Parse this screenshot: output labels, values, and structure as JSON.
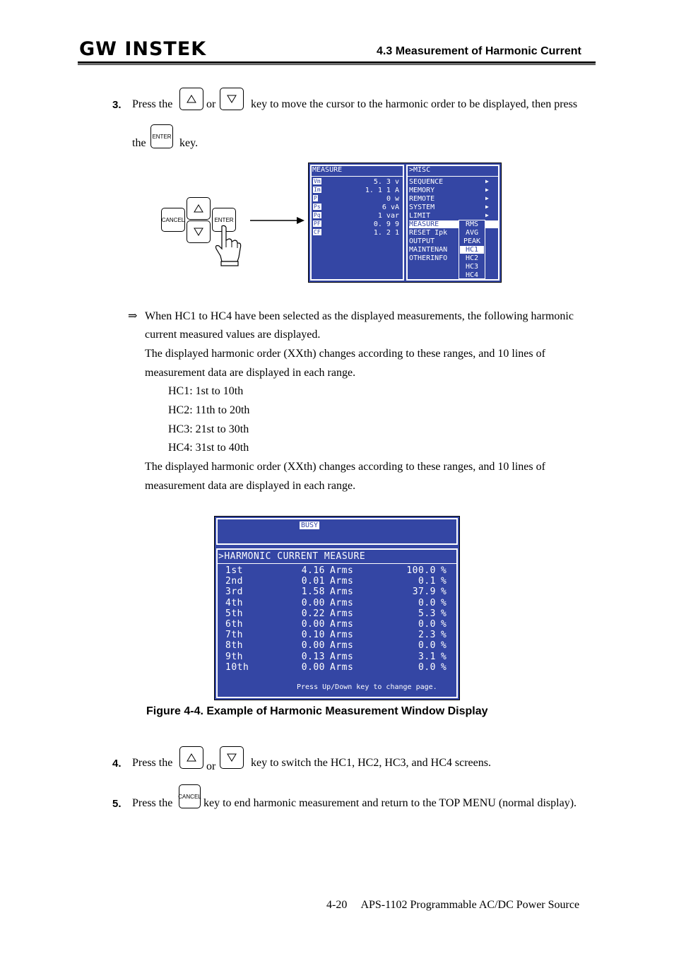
{
  "header": {
    "logo": "GW INSTEK",
    "section_title": "4.3 Measurement of Harmonic Current"
  },
  "keys": {
    "enter": "ENTER",
    "cancel": "CANCEL"
  },
  "step3": {
    "number": "3.",
    "pre": "Press the",
    "or": "or",
    "post": "key to move the cursor to the harmonic order to be displayed, then press",
    "line2_pre": "the",
    "line2_post": "key."
  },
  "lcd_menu": {
    "left_title": "MEASURE",
    "left_rows": [
      {
        "icon": "Vm",
        "value": "5. 3 v"
      },
      {
        "icon": "Im",
        "value": "1. 1 1 A"
      },
      {
        "icon": "P",
        "value": "0 w"
      },
      {
        "icon": "Ps",
        "value": "6 vA"
      },
      {
        "icon": "Pq",
        "value": "1 var"
      },
      {
        "icon": "PF",
        "value": "0. 9 9"
      },
      {
        "icon": "CF",
        "value": "1. 2 1"
      }
    ],
    "right_title": ">MISC",
    "right_items": [
      "SEQUENCE",
      "MEMORY",
      "REMOTE",
      "SYSTEM",
      "LIMIT",
      "MEASURE",
      "RESET Ipk",
      "OUTPUT",
      "MAINTENAN",
      "OTHERINFO"
    ],
    "submenu": [
      "RMS",
      "AVG",
      "PEAK",
      "HC1",
      "HC2",
      "HC3",
      "HC4"
    ]
  },
  "note": {
    "arrow": "⇒",
    "line1": "When HC1 to HC4 have been selected as the displayed measurements, the following harmonic",
    "line2": "current measured values are displayed.",
    "line3": "The displayed harmonic order (XXth) changes according to these ranges, and 10 lines of",
    "line4": "measurement data are displayed in each range.",
    "ranges": [
      "HC1:  1st to 10th",
      "HC2:  11th to 20th",
      "HC3:  21st to 30th",
      "HC4:  31st to 40th"
    ],
    "line5": "The displayed harmonic order (XXth) changes according to these ranges, and 10 lines of",
    "line6": "measurement data are displayed in each range."
  },
  "harmonic_lcd": {
    "busy": "BUSY",
    "title": ">HARMONIC CURRENT MEASURE",
    "rows": [
      {
        "order": "1st",
        "current": "4.16",
        "unit": "Arms",
        "percent": "100.0",
        "pct_sign": "%"
      },
      {
        "order": "2nd",
        "current": "0.01",
        "unit": "Arms",
        "percent": "0.1",
        "pct_sign": "%"
      },
      {
        "order": "3rd",
        "current": "1.58",
        "unit": "Arms",
        "percent": "37.9",
        "pct_sign": "%"
      },
      {
        "order": "4th",
        "current": "0.00",
        "unit": "Arms",
        "percent": "0.0",
        "pct_sign": "%"
      },
      {
        "order": "5th",
        "current": "0.22",
        "unit": "Arms",
        "percent": "5.3",
        "pct_sign": "%"
      },
      {
        "order": "6th",
        "current": "0.00",
        "unit": "Arms",
        "percent": "0.0",
        "pct_sign": "%"
      },
      {
        "order": "7th",
        "current": "0.10",
        "unit": "Arms",
        "percent": "2.3",
        "pct_sign": "%"
      },
      {
        "order": "8th",
        "current": "0.00",
        "unit": "Arms",
        "percent": "0.0",
        "pct_sign": "%"
      },
      {
        "order": "9th",
        "current": "0.13",
        "unit": "Arms",
        "percent": "3.1",
        "pct_sign": "%"
      },
      {
        "order": "10th",
        "current": "0.00",
        "unit": "Arms",
        "percent": "0.0",
        "pct_sign": "%"
      }
    ],
    "hint": "Press Up/Down key to change page."
  },
  "figure_caption": "Figure 4-4.  Example of Harmonic Measurement Window Display",
  "step4": {
    "number": "4.",
    "pre": "Press the",
    "or": "or",
    "post": "key to switch the HC1, HC2, HC3, and HC4 screens."
  },
  "step5": {
    "number": "5.",
    "pre": "Press the",
    "post": "key to end harmonic measurement and return to the TOP MENU (normal display)."
  },
  "footer": "4-20     APS-1102 Programmable AC/DC Power Source"
}
